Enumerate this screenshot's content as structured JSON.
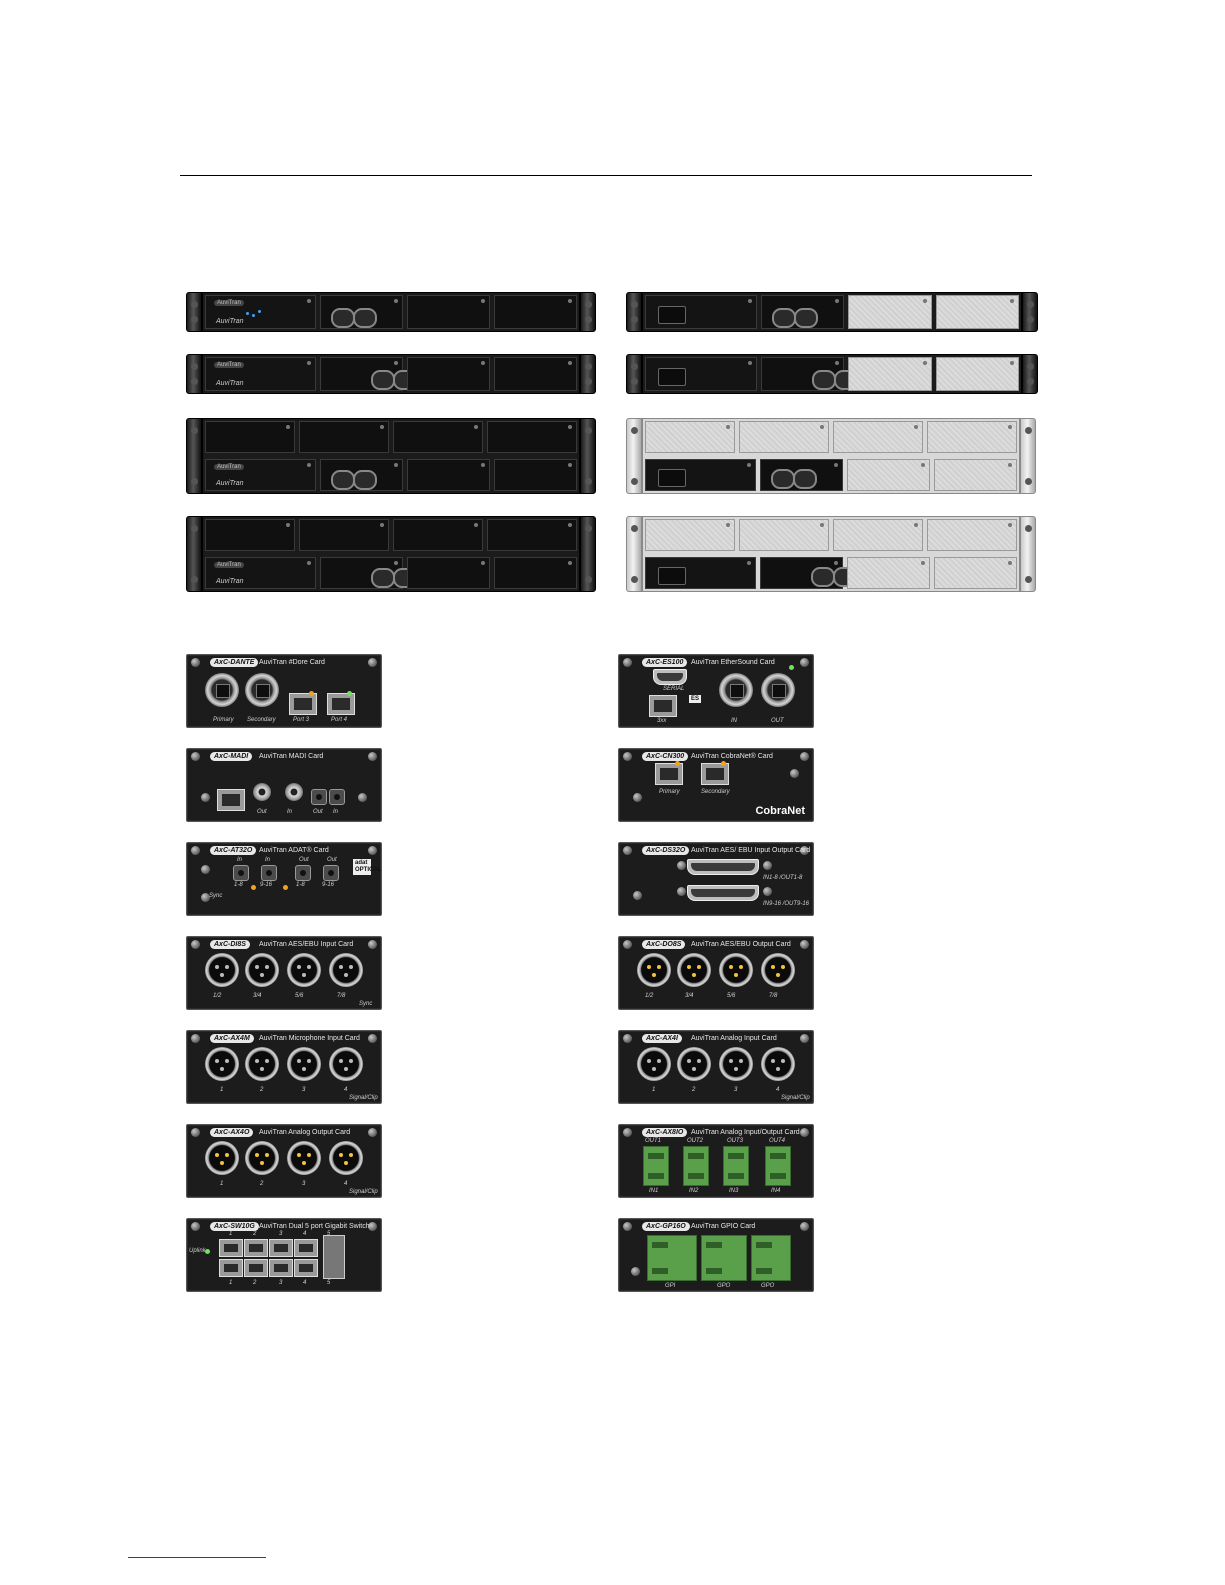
{
  "cards": {
    "dante": {
      "model": "AxC-DANTE",
      "title": "AuviTran #Dore Card",
      "labels": [
        "Primary",
        "Secondary",
        "Port 3",
        "Port 4"
      ]
    },
    "es100": {
      "model": "AxC-ES100",
      "title": "AuviTran EtherSound Card",
      "labels": [
        "SERIAL",
        "3xx",
        "IN",
        "OUT"
      ]
    },
    "madi": {
      "model": "AxC-MADI",
      "title": "AuviTran MADI Card",
      "labels": [
        "Out",
        "In",
        "Out",
        "In"
      ]
    },
    "cn300": {
      "model": "AxC-CN300",
      "title": "AuviTran CobraNet® Card",
      "labels": [
        "Primary",
        "Secondary"
      ],
      "logo": "CobraNet"
    },
    "adat": {
      "model": "AxC-AT32O",
      "title": "AuviTran ADAT® Card",
      "labels": [
        "In",
        "In",
        "Out",
        "Out",
        "1-8",
        "9-16",
        "1-8",
        "9-16",
        "Sync"
      ],
      "badge": "adat OPTICAL"
    },
    "aes_io": {
      "model": "AxC-DS32O",
      "title": "AuviTran AES/ EBU Input Output Card",
      "labels": [
        "IN1-8 /OUT1-8",
        "IN9-16 /OUT9-16"
      ]
    },
    "aes_in": {
      "model": "AxC-DI8S",
      "title": "AuviTran AES/EBU Input Card",
      "labels": [
        "1/2",
        "3/4",
        "5/6",
        "7/8",
        "Sync"
      ]
    },
    "aes_out": {
      "model": "AxC-DO8S",
      "title": "AuviTran AES/EBU Output Card",
      "labels": [
        "1/2",
        "3/4",
        "5/6",
        "7/8"
      ]
    },
    "mic_in": {
      "model": "AxC-AX4M",
      "title": "AuviTran Microphone Input Card",
      "labels": [
        "1",
        "2",
        "3",
        "4",
        "Signal/Clip"
      ]
    },
    "analog_in": {
      "model": "AxC-AX4I",
      "title": "AuviTran Analog Input Card",
      "labels": [
        "1",
        "2",
        "3",
        "4",
        "Signal/Clip"
      ]
    },
    "analog_out": {
      "model": "AxC-AX4O",
      "title": "AuviTran Analog Output Card",
      "labels": [
        "1",
        "2",
        "3",
        "4",
        "Signal/Clip"
      ]
    },
    "analog_io": {
      "model": "AxC-AX8IO",
      "title": "AuviTran Analog Input/Output Card",
      "labels": [
        "OUT1",
        "OUT2",
        "OUT3",
        "OUT4",
        "IN1",
        "IN2",
        "IN3",
        "IN4"
      ]
    },
    "switch": {
      "model": "AxC-SW10G",
      "title": "AuviTran Dual 5 port Gigabit Switch",
      "labels": [
        "Uplink",
        "1",
        "2",
        "3",
        "4",
        "5",
        "1",
        "2",
        "3",
        "4",
        "5"
      ]
    },
    "gpio": {
      "model": "AxC-GP16O",
      "title": "AuviTran GPIO Card",
      "labels": [
        "GPI",
        "GPO",
        "GPO"
      ]
    }
  },
  "racks": {
    "mini_label": "AuviTran",
    "logo": "AuviTran"
  }
}
